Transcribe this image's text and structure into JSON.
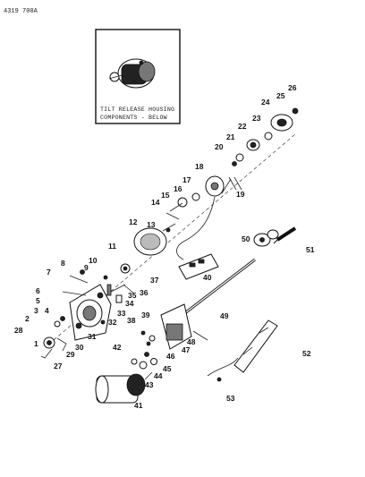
{
  "drawing_code": "4319 700A",
  "inset_caption_line1": "TILT RELEASE HOUSING",
  "inset_caption_line2": "COMPONENTS - BELOW",
  "part_numbers": [
    "1",
    "2",
    "3",
    "4",
    "5",
    "6",
    "7",
    "8",
    "9",
    "10",
    "11",
    "12",
    "13",
    "14",
    "15",
    "16",
    "17",
    "18",
    "19",
    "20",
    "21",
    "22",
    "23",
    "24",
    "25",
    "26",
    "27",
    "28",
    "29",
    "30",
    "31",
    "32",
    "33",
    "34",
    "35",
    "36",
    "37",
    "38",
    "39",
    "40",
    "41",
    "42",
    "43",
    "44",
    "45",
    "46",
    "47",
    "48",
    "49",
    "50",
    "51",
    "52",
    "53"
  ]
}
